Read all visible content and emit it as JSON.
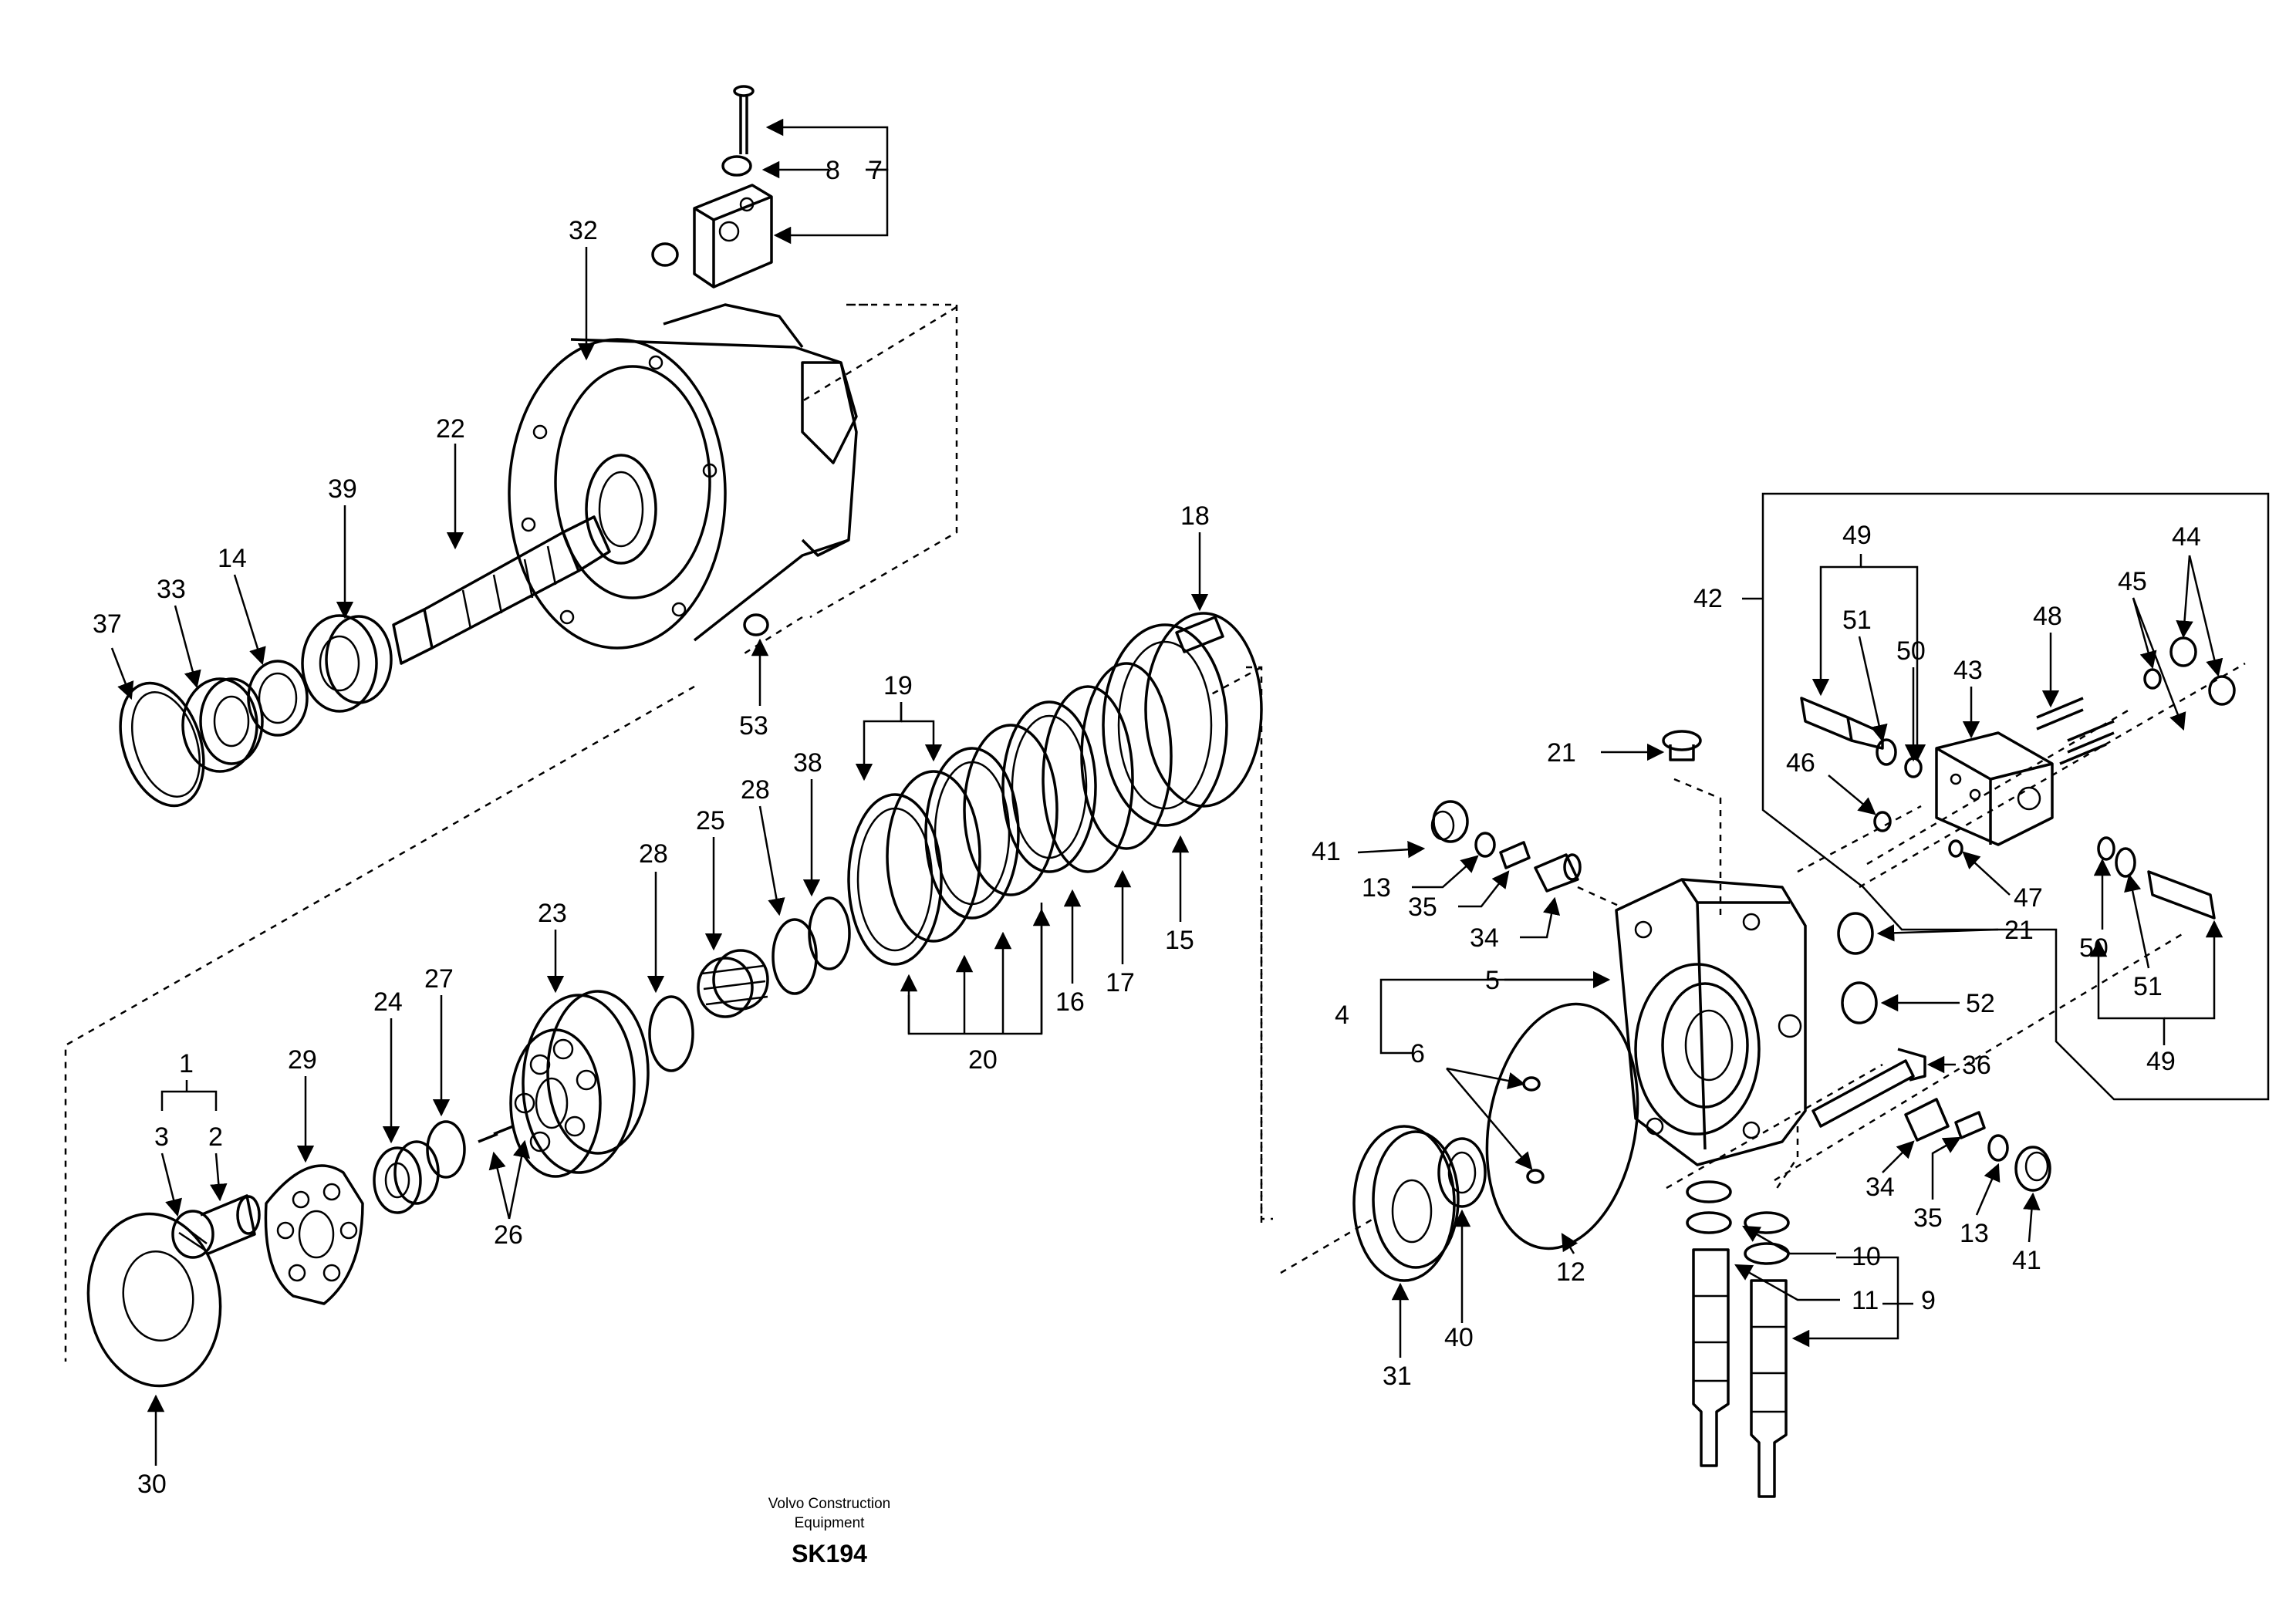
{
  "caption": {
    "maker": "Volvo Construction",
    "maker2": "Equipment",
    "code": "SK194"
  },
  "labels": {
    "l1": "1",
    "l2": "2",
    "l3": "3",
    "l4": "4",
    "l5": "5",
    "l6": "6",
    "l7": "7",
    "l8": "8",
    "l9": "9",
    "l10": "10",
    "l11": "11",
    "l12": "12",
    "l13a": "13",
    "l13b": "13",
    "l14": "14",
    "l15": "15",
    "l16": "16",
    "l17": "17",
    "l18": "18",
    "l19": "19",
    "l20": "20",
    "l21a": "21",
    "l21b": "21",
    "l22": "22",
    "l23": "23",
    "l24": "24",
    "l25": "25",
    "l26": "26",
    "l27": "27",
    "l28a": "28",
    "l28b": "28",
    "l29": "29",
    "l30": "30",
    "l31": "31",
    "l32": "32",
    "l33": "33",
    "l34a": "34",
    "l34b": "34",
    "l35a": "35",
    "l35b": "35",
    "l36": "36",
    "l37": "37",
    "l38": "38",
    "l39": "39",
    "l40": "40",
    "l41a": "41",
    "l41b": "41",
    "l42": "42",
    "l43": "43",
    "l44": "44",
    "l45": "45",
    "l46": "46",
    "l47": "47",
    "l48": "48",
    "l49a": "49",
    "l49b": "49",
    "l50a": "50",
    "l50b": "50",
    "l51a": "51",
    "l51b": "51",
    "l52": "52",
    "l53": "53"
  }
}
